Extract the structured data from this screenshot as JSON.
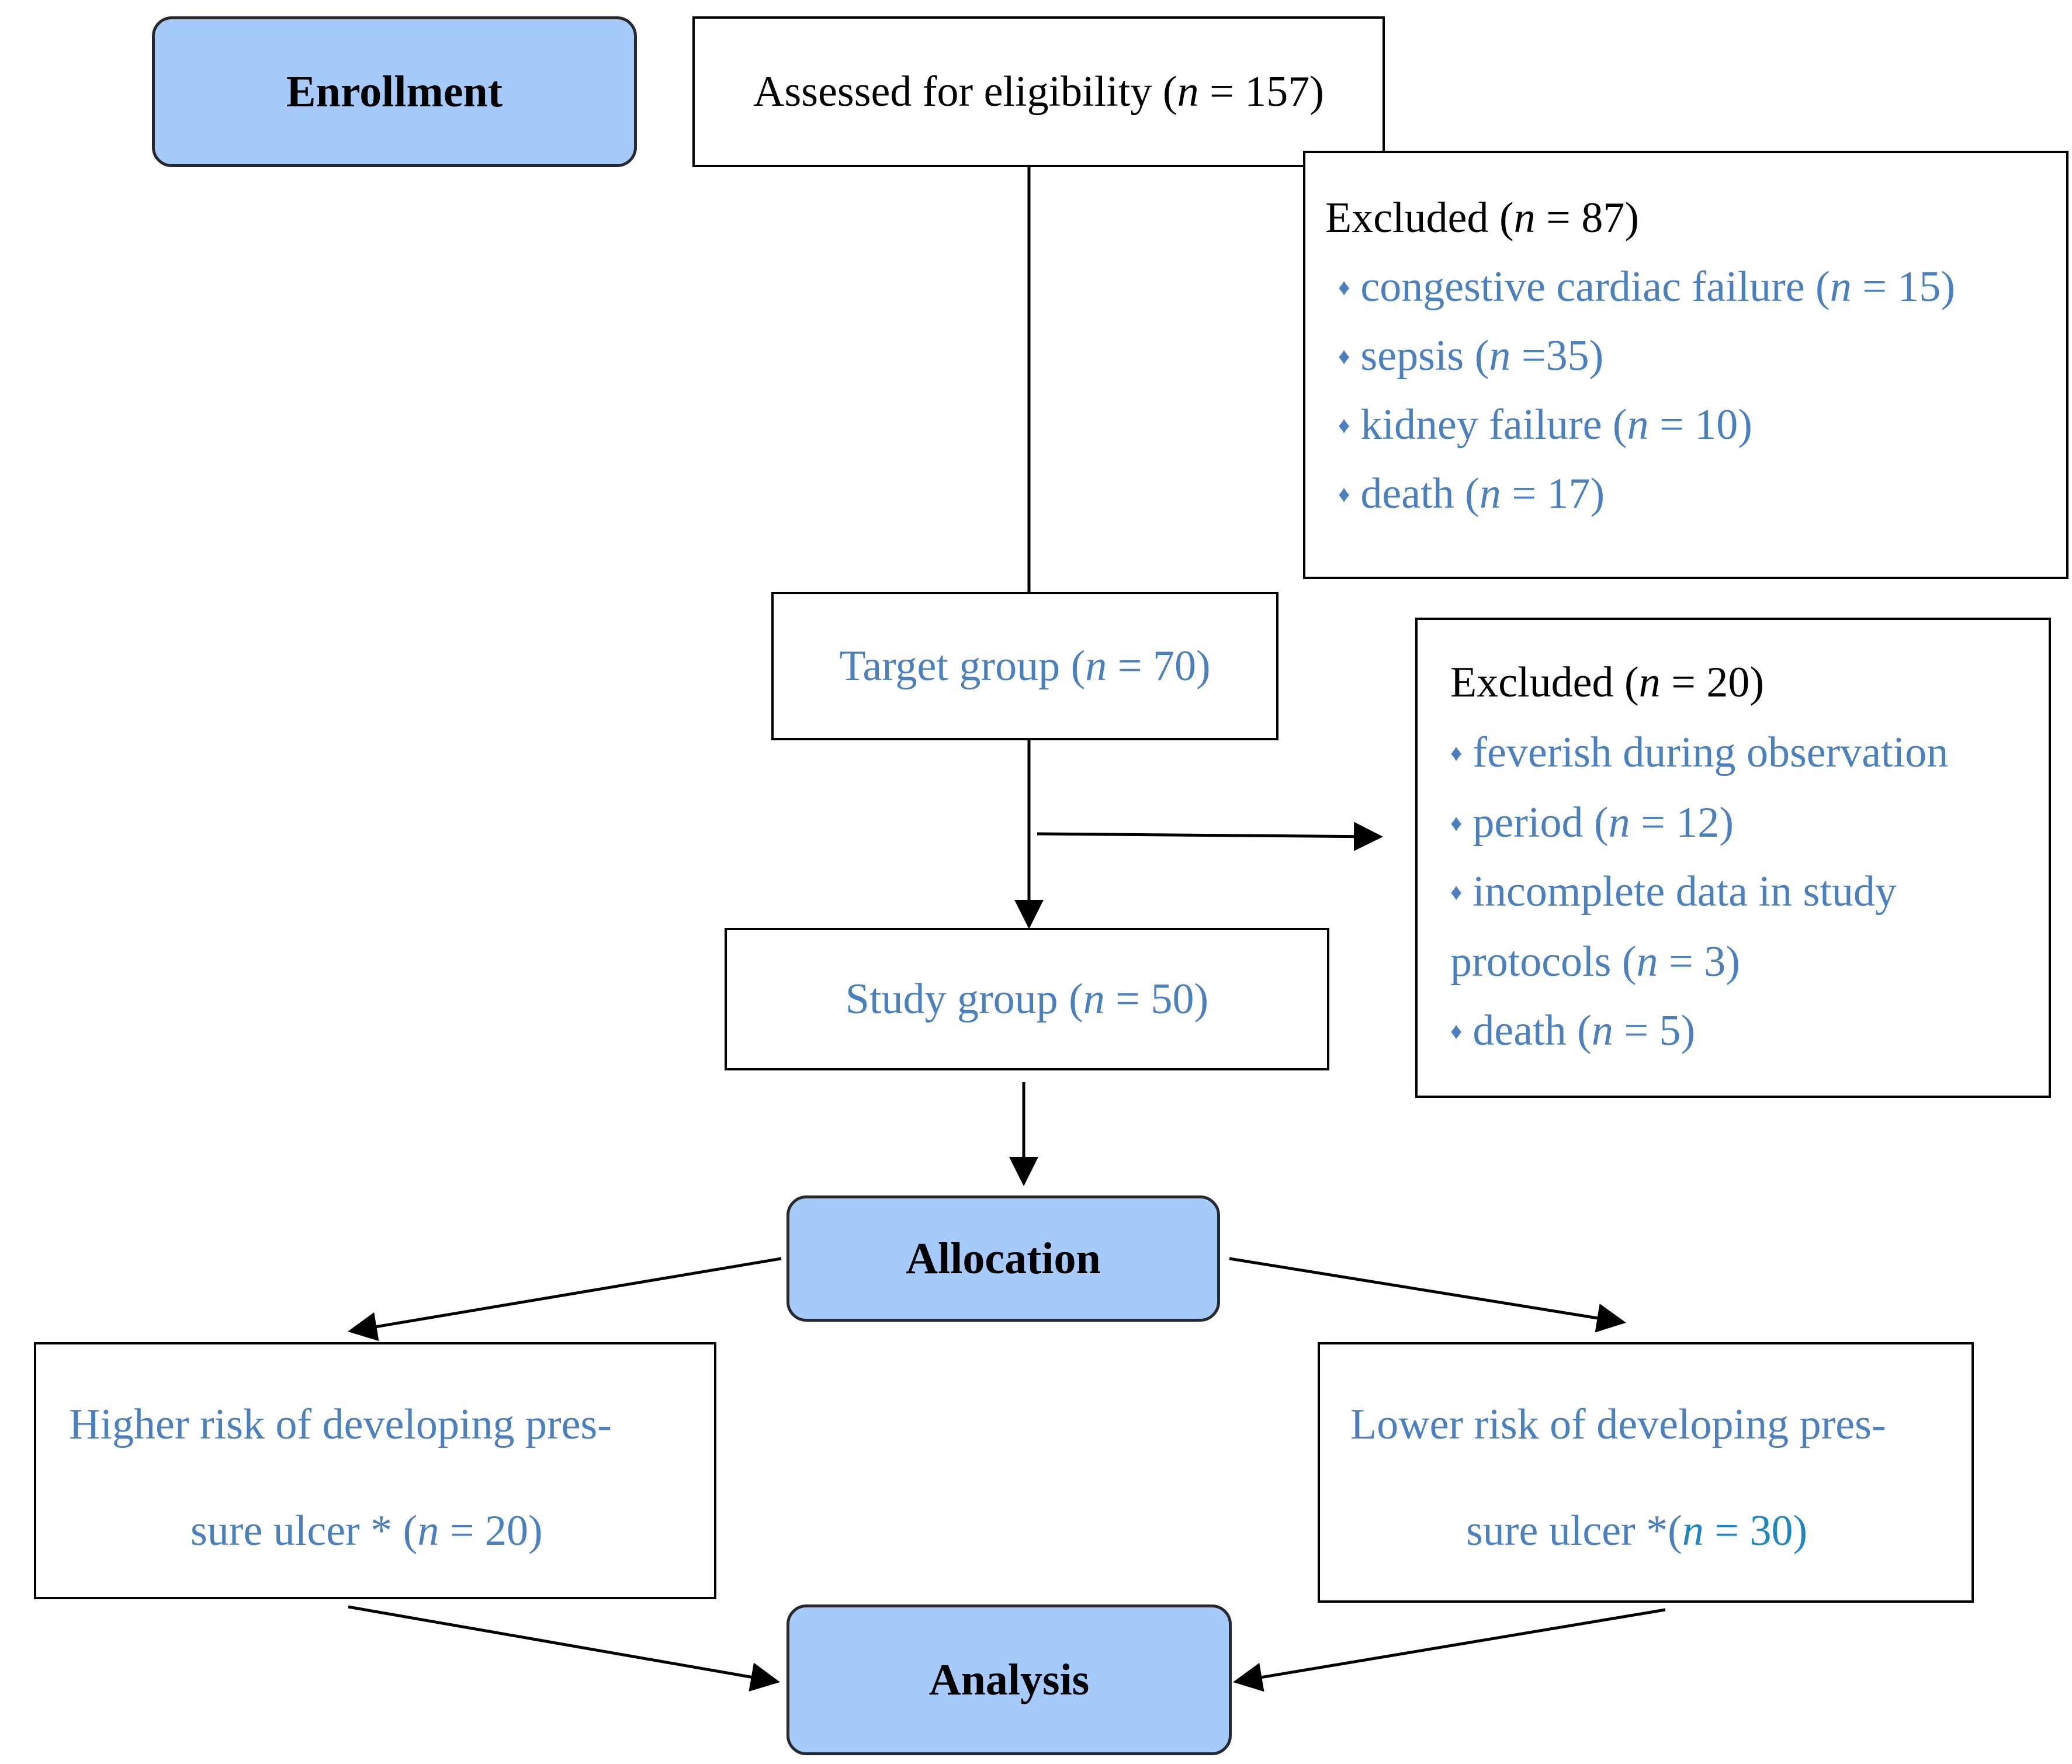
{
  "stages": {
    "enrollment": "Enrollment",
    "allocation": "Allocation",
    "analysis": "Analysis"
  },
  "assessed": {
    "text": "Assessed for eligibility (",
    "n": "n",
    "value": " = 157)"
  },
  "excluded1": {
    "title": {
      "text": "Excluded (",
      "n": "n",
      "value": " = 87)"
    },
    "bullet": "♦",
    "items": [
      {
        "text": "congestive cardiac failure (",
        "n": "n",
        "value": " = 15)"
      },
      {
        "text": "sepsis (",
        "n": "n",
        "value": " =35)"
      },
      {
        "text": "kidney failure (",
        "n": "n",
        "value": " = 10)"
      },
      {
        "text": "death (",
        "n": "n",
        "value": " = 17)"
      }
    ]
  },
  "target": {
    "text": "Target group (",
    "n": "n",
    "value": " = 70)"
  },
  "excluded2": {
    "title": {
      "text": "Excluded (",
      "n": "n",
      "value": " = 20)"
    },
    "bullet": "♦",
    "items": [
      {
        "text": "feverish during observation"
      },
      {
        "text": "period (",
        "n": "n",
        "value": " = 12)"
      },
      {
        "text": "incomplete data in study"
      },
      {
        "text": "protocols (",
        "n": "n",
        "value": " = 3)"
      },
      {
        "text": "death  (",
        "n": "n",
        "value": " = 5)"
      }
    ]
  },
  "study": {
    "text": "Study group (",
    "n": "n",
    "value": " = 50)"
  },
  "higher": {
    "line1": "Higher risk of developing pres-",
    "line2_text": "sure ulcer * (",
    "n": "n",
    "line2_value": " = 20)"
  },
  "lower": {
    "line1": "Lower risk of developing pres-",
    "line2_text": "sure ulcer *(",
    "n": "n",
    "line2_value": " = 30)"
  },
  "colors": {
    "stage_fill": "#a6cbfb",
    "blue_text": "#4a7fc0",
    "cyan_text": "#1f86c6",
    "line": "#000000"
  }
}
